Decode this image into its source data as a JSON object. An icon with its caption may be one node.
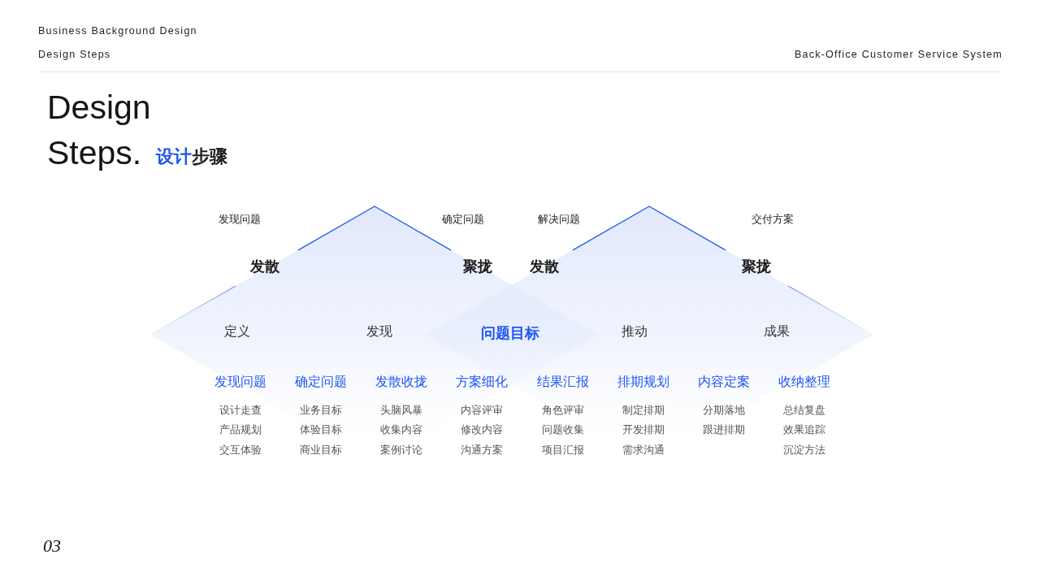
{
  "diagram": {
    "title": "Design Steps.",
    "nodes": [
      {
        "text": [
          "发散",
          "聚拢",
          "发散",
          "聚拢",
          "定义",
          "发现",
          "问题目标",
          "推动",
          "成果"
        ],
        "beside": [
          "发现问题",
          "确定问题",
          "解决问题",
          "交付方案"
        ]
      }
    ],
    "labels": [
      "Business Background Design",
      "Design Steps",
      "Back-Office Customer Service System",
      "设计步骤",
      "发现问题",
      "确定问题",
      "发散收拢",
      "方案细化",
      "结果汇报",
      "排期规划",
      "内容定案",
      "收纳整理",
      "设计走查",
      "业务目标",
      "头脑风暴",
      "内容评审",
      "角色评审",
      "制定排期",
      "分期落地",
      "总结复盘",
      "产品规划",
      "体验目标",
      "收集内容",
      "修改内容",
      "问题收集",
      "开发排期",
      "跟进排期",
      "效果追踪",
      "交互体验",
      "商业目标",
      "案例讨论",
      "沟通方案",
      "项目汇报",
      "需求沟通",
      "沉淀方法",
      "03"
    ]
  }
}
